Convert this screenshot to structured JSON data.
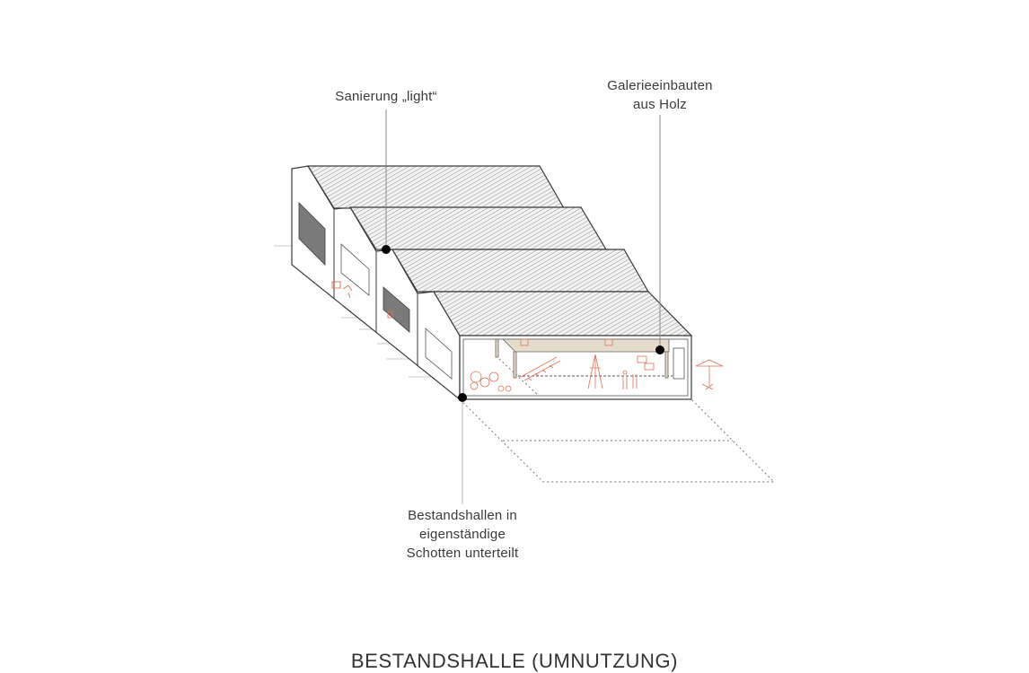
{
  "annotations": {
    "renovation": {
      "line1": "Sanierung „light“"
    },
    "gallery": {
      "line1": "Galerieeinbauten",
      "line2": "aus Holz"
    },
    "halls": {
      "line1": "Bestandshallen in",
      "line2": "eigenständige",
      "line3": "Schotten unterteilt"
    }
  },
  "title": "BESTANDSHALLE (UMNUTZUNG)",
  "colors": {
    "line": "#3a3a3a",
    "accent": "#e0735a",
    "wood": "#e6dccd",
    "window": "#7a7a7a",
    "leader": "#bdbdbd"
  }
}
